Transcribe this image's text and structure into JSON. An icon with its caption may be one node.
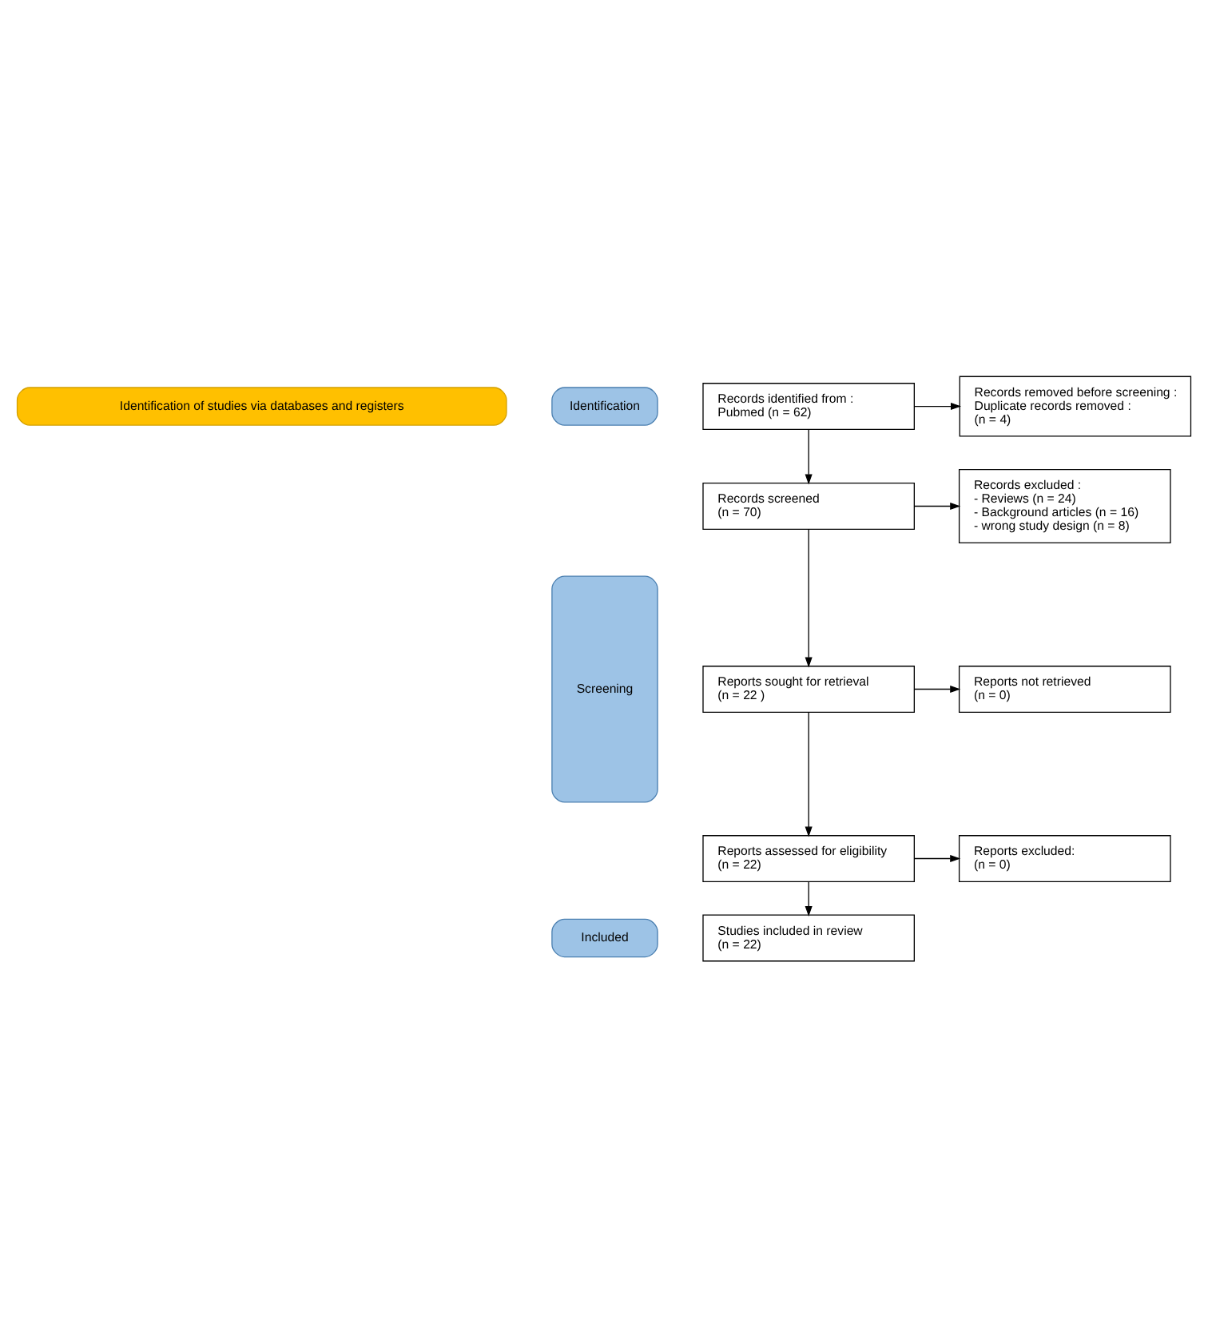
{
  "diagram": {
    "nodes": [
      {
        "text": [
          "Identification of studies via databases and registers"
        ]
      },
      {
        "text": [
          "Identification"
        ]
      },
      {
        "text": [
          "Screening"
        ]
      },
      {
        "text": [
          "Included"
        ]
      },
      {
        "text": [
          "Records identified from :",
          "Pubmed (n = 62)"
        ]
      },
      {
        "text": [
          "Records removed before screening :",
          "Duplicate records removed :",
          "(n = 4)"
        ]
      },
      {
        "text": [
          "Records screened",
          "(n = 70)"
        ]
      },
      {
        "text": [
          "Records excluded :",
          "- Reviews (n = 24)",
          "- Background articles (n = 16)",
          "- wrong study design (n = 8)"
        ]
      },
      {
        "text": [
          "Reports sought for retrieval",
          "(n = 22 )"
        ]
      },
      {
        "text": [
          "Reports not retrieved",
          "(n = 0)"
        ]
      },
      {
        "text": [
          "Reports assessed for eligibility",
          "(n = 22)"
        ]
      },
      {
        "text": [
          "Reports excluded:",
          "(n = 0)"
        ]
      },
      {
        "text": [
          "Studies included in review",
          "(n = 22)"
        ]
      }
    ],
    "edges": [
      {
        "from": 4,
        "to": 5,
        "arrow": "to"
      },
      {
        "from": 4,
        "to": 6,
        "arrow": "to"
      },
      {
        "from": 6,
        "to": 7,
        "arrow": "to"
      },
      {
        "from": 6,
        "to": 8,
        "arrow": "to"
      },
      {
        "from": 8,
        "to": 9,
        "arrow": "to"
      },
      {
        "from": 8,
        "to": 10,
        "arrow": "to"
      },
      {
        "from": 10,
        "to": 11,
        "arrow": "to"
      },
      {
        "from": 10,
        "to": 12,
        "arrow": "to"
      }
    ]
  }
}
